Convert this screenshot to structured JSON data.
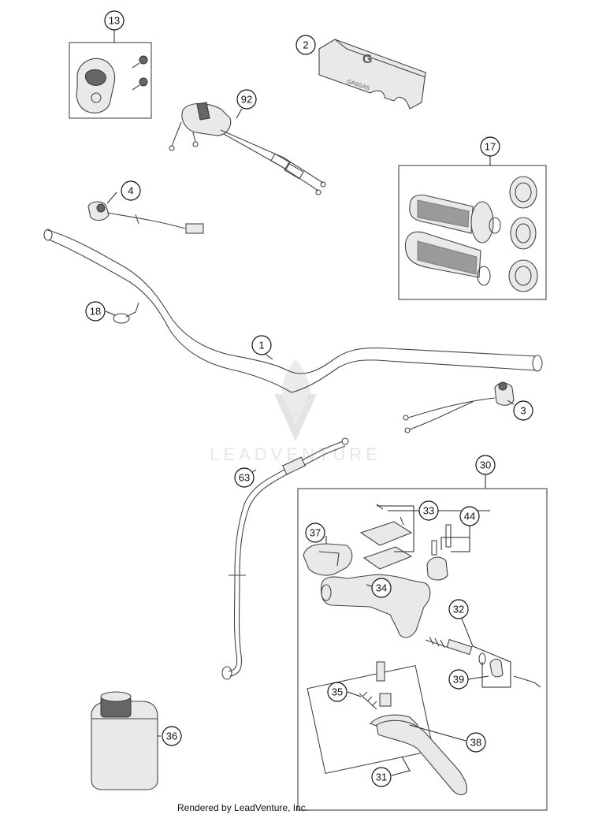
{
  "footer": {
    "text": "Rendered by LeadVenture, Inc."
  },
  "watermark": {
    "text": "LEADVENTURE"
  },
  "callouts": [
    "13",
    "2",
    "92",
    "17",
    "4",
    "18",
    "1",
    "3",
    "30",
    "63",
    "33",
    "44",
    "37",
    "34",
    "32",
    "39",
    "35",
    "38",
    "36",
    "31"
  ],
  "grip_logo": "G",
  "pad_brand": "GASGAS"
}
